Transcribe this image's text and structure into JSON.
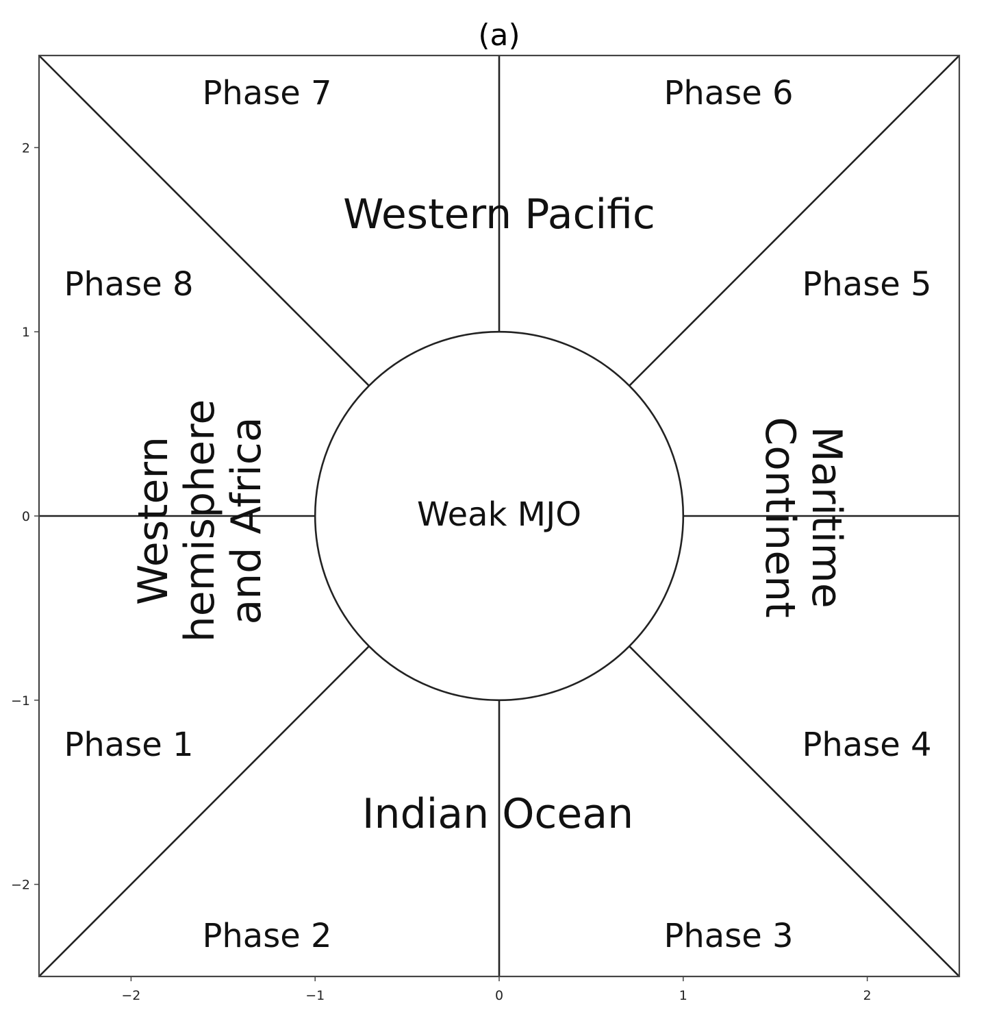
{
  "chart_data": {
    "type": "diagram",
    "title": "(a)",
    "xlim": [
      -2.5,
      2.5
    ],
    "ylim": [
      -2.5,
      2.5
    ],
    "xticks": [
      -2,
      -1,
      0,
      1,
      2
    ],
    "yticks": [
      -2,
      -1,
      0,
      1,
      2
    ],
    "xtick_labels": [
      "−2",
      "−1",
      "0",
      "1",
      "2"
    ],
    "ytick_labels": [
      "−2",
      "−1",
      "0",
      "1",
      "2"
    ],
    "circle_radius": 1,
    "phases": [
      "Phase 1",
      "Phase 2",
      "Phase 3",
      "Phase 4",
      "Phase 5",
      "Phase 6",
      "Phase 7",
      "Phase 8"
    ],
    "regions": {
      "top": "Western Pacific",
      "bottom": "Indian Ocean",
      "left": [
        "Western",
        "hemisphere",
        "and Africa"
      ],
      "right": [
        "Maritime",
        "Continent"
      ]
    },
    "center_label": "Weak MJO"
  }
}
